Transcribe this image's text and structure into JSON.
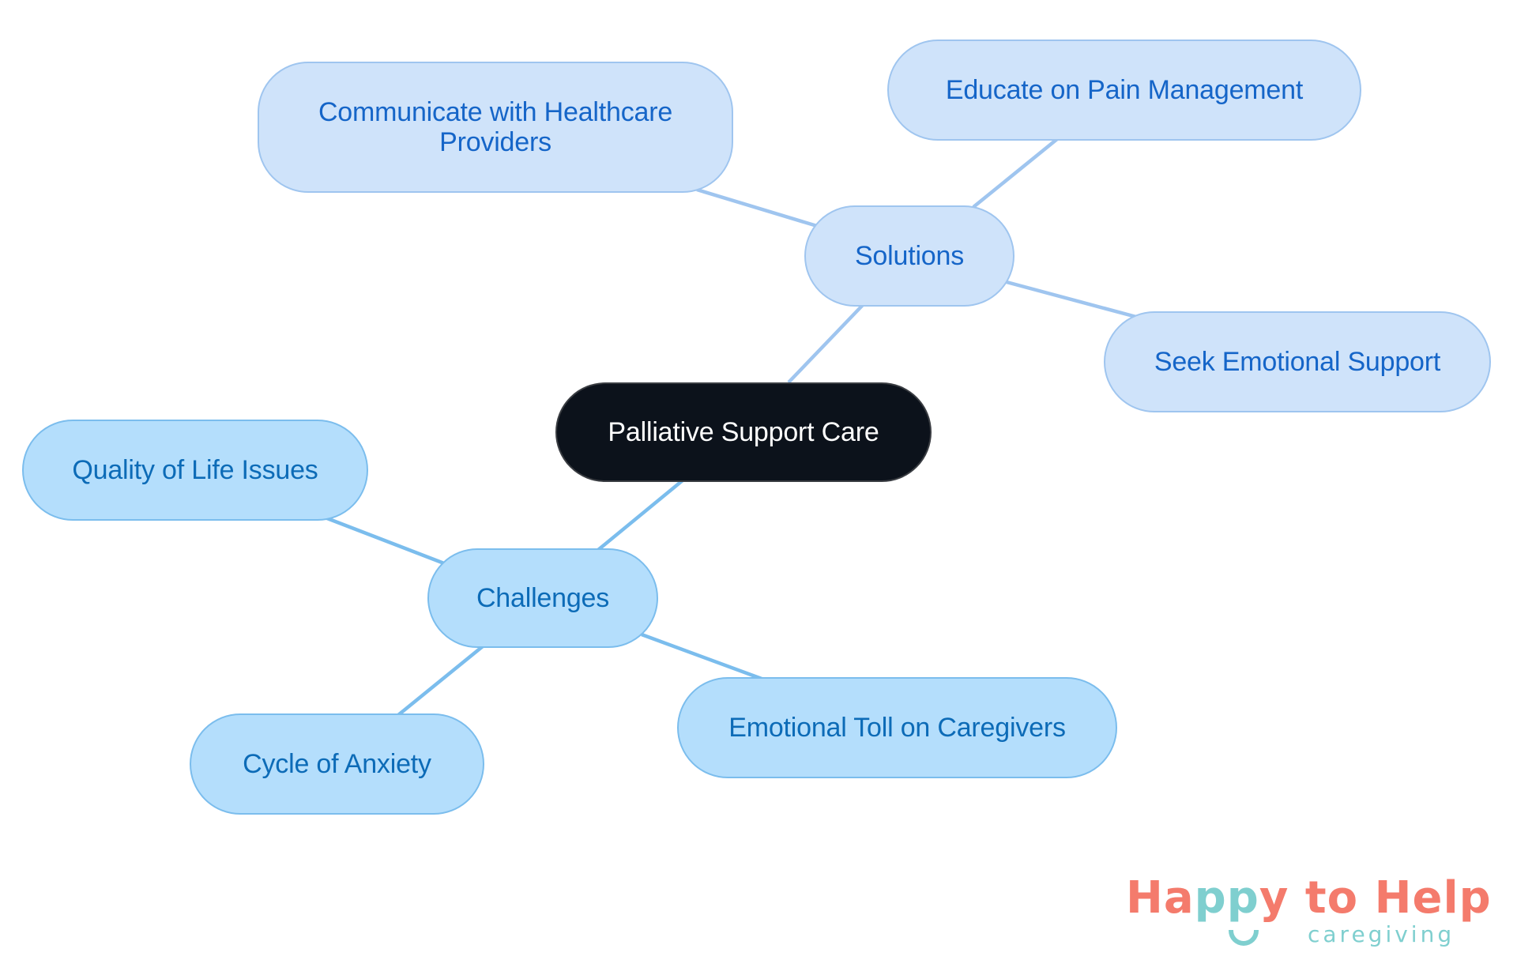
{
  "diagram": {
    "type": "mind-map",
    "root": {
      "label": "Palliative Support Care"
    },
    "branches": {
      "solutions": {
        "label": "Solutions",
        "children": [
          "Communicate with Healthcare Providers",
          "Educate on Pain Management",
          "Seek Emotional Support"
        ]
      },
      "challenges": {
        "label": "Challenges",
        "children": [
          "Quality of Life Issues",
          "Cycle of Anxiety",
          "Emotional Toll on Caregivers"
        ]
      }
    },
    "colors": {
      "root_fill": "#0c121b",
      "root_text": "#ffffff",
      "solutions_fill": "#cfe3fa",
      "solutions_border": "#9fc5ef",
      "solutions_text": "#1565c8",
      "challenges_fill": "#b4defc",
      "challenges_border": "#7bbded",
      "challenges_text": "#0c6bb7"
    }
  },
  "logo": {
    "word_happy_h": "H",
    "word_happy_a": "a",
    "word_happy_pp": "pp",
    "word_happy_y": "y",
    "word_rest": " to Help",
    "tagline": "caregiving",
    "colors": {
      "primary": "#f47b6c",
      "accent": "#7fcfcf"
    }
  }
}
